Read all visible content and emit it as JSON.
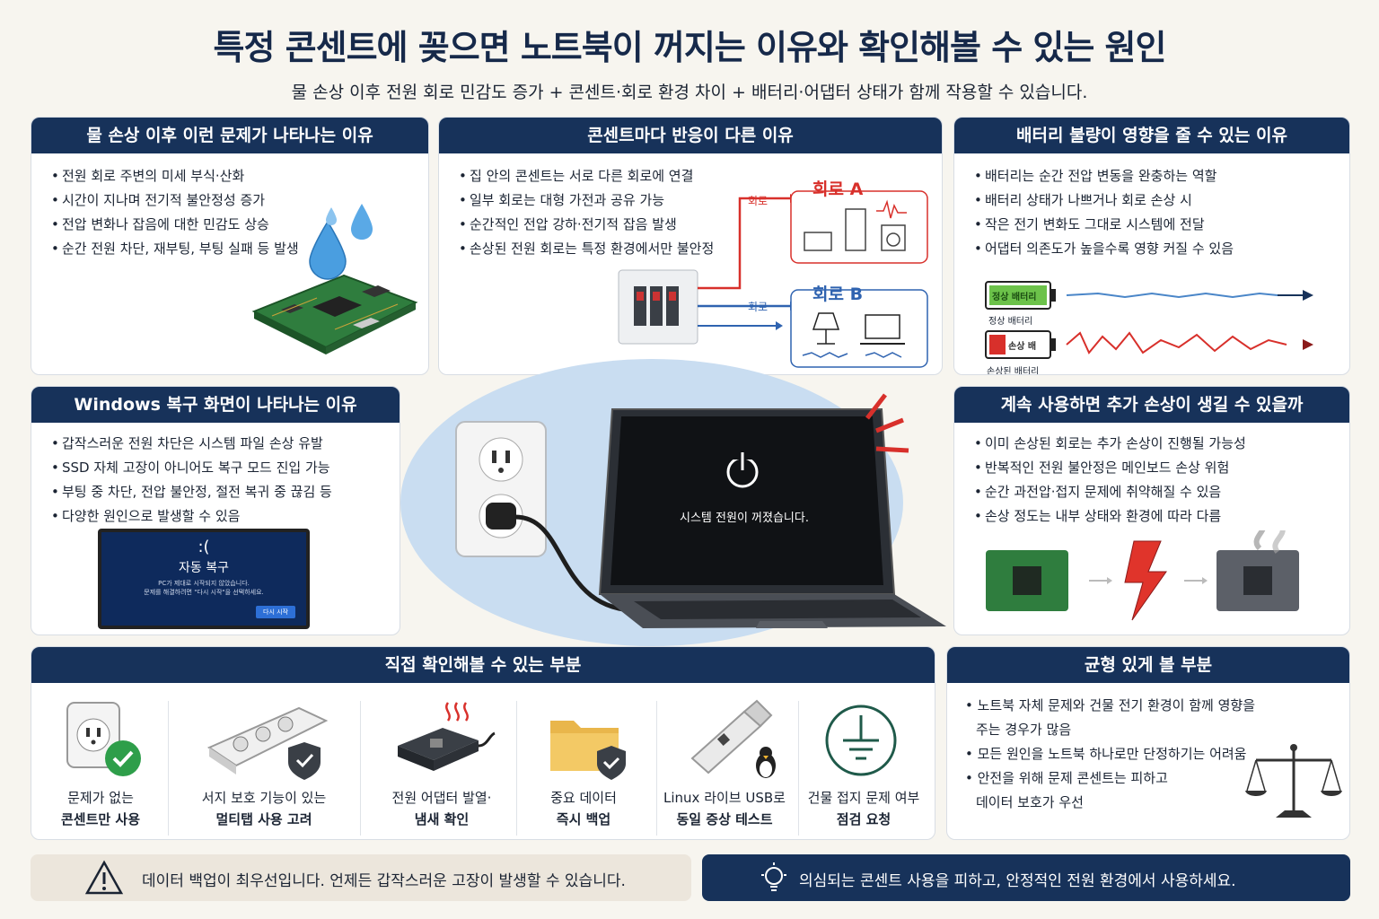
{
  "title": "특정 콘센트에 꽂으면 노트북이 꺼지는 이유와 확인해볼 수 있는 원인",
  "subtitle": "물 손상 이후 전원 회로 민감도 증가 + 콘센트·회로 환경 차이 + 배터리·어댑터 상태가 함께 작용할 수 있습니다.",
  "water": {
    "heading": "물 손상 이후 이런 문제가 나타나는 이유",
    "bullets": [
      "전원 회로 주변의 미세 부식·산화",
      "시간이 지나며 전기적 불안정성 증가",
      "전압 변화나 잡음에 대한 민감도 상승",
      "순간 전원 차단, 재부팅, 부팅 실패 등 발생"
    ]
  },
  "outlet": {
    "heading": "콘센트마다 반응이 다른 이유",
    "bullets": [
      "집 안의 콘센트는 서로 다른 회로에 연결",
      "일부 회로는 대형 가전과 공유 가능",
      "순간적인 전압 강하·전기적 잡음 발생",
      "손상된 전원 회로는 특정 환경에서만 불안정"
    ],
    "circuit_a": "회로 A",
    "circuit_b": "회로 B",
    "wire_a": "회로",
    "wire_b": "회로"
  },
  "battery": {
    "heading": "배터리 불량이 영향을 줄 수 있는 이유",
    "bullets": [
      "배터리는 순간 전압 변동을 완충하는 역할",
      "배터리 상태가 나쁘거나 회로 손상 시",
      "작은 전기 변화도 그대로 시스템에 전달",
      "어댑터 의존도가 높을수록 영향 커질 수 있음"
    ],
    "normal_label": "정상 배터리",
    "damaged_label": "손상된 배터리",
    "normal_inner": "정상 배터리",
    "damaged_inner": "손상 배"
  },
  "windows": {
    "heading": "Windows 복구 화면이 나타나는 이유",
    "bullets": [
      "갑작스러운 전원 차단은 시스템 파일 손상 유발",
      "SSD 자체 고장이 아니어도 복구 모드 진입 가능",
      "부팅 중 차단, 전압 불안정, 절전 복귀 중 끊김 등",
      "다양한 원인으로 발생할 수 있음"
    ],
    "screen_face": ":(",
    "screen_title": "자동 복구",
    "screen_line1": "PC가 제대로 시작되지 않았습니다.",
    "screen_line2": "문제를 해결하려면 \"다시 시작\"을 선택하세요.",
    "screen_button": "다시 시작"
  },
  "center": {
    "laptop_message": "시스템 전원이 꺼졌습니다."
  },
  "damage": {
    "heading": "계속 사용하면 추가 손상이 생길 수 있을까",
    "bullets": [
      "이미 손상된 회로는 추가 손상이 진행될 가능성",
      "반복적인 전원 불안정은 메인보드 손상 위험",
      "순간 과전압·접지 문제에 취약해질 수 있음",
      "손상 정도는 내부 상태와 환경에 따라 다름"
    ]
  },
  "check": {
    "heading": "직접 확인해볼 수 있는 부분",
    "items": [
      {
        "line1": "문제가 없는",
        "line2": "콘센트만 사용",
        "icon": "outlet-check-icon"
      },
      {
        "line1": "서지 보호 기능이 있는",
        "line2": "멀티탭 사용 고려",
        "icon": "power-strip-shield-icon"
      },
      {
        "line1": "전원 어댑터 발열·",
        "line2": "냄새 확인",
        "icon": "hot-adapter-icon"
      },
      {
        "line1": "중요 데이터",
        "line2": "즉시 백업",
        "icon": "folder-shield-icon"
      },
      {
        "line1": "Linux 라이브 USB로",
        "line2": "동일 증상 테스트",
        "icon": "usb-linux-icon"
      },
      {
        "line1": "건물 접지 문제 여부",
        "line2": "점검 요청",
        "icon": "ground-symbol-icon"
      }
    ]
  },
  "balance": {
    "heading": "균형 있게 볼 부분",
    "bullets": [
      "노트북 자체 문제와 건물 전기 환경이 함께 영향을",
      "모든 원인을 노트북 하나로만 단정하기는 어려움",
      "안전을 위해 문제 콘센트는 피하고"
    ],
    "cont1": "주는 경우가 많음",
    "cont3": "데이터 보호가 우선"
  },
  "footer": {
    "left": "데이터 백업이 최우선입니다. 언제든 갑작스러운 고장이 발생할 수 있습니다.",
    "right": "의심되는 콘센트 사용을 피하고, 안정적인 전원 환경에서 사용하세요."
  },
  "colors": {
    "navy": "#17325a",
    "red": "#d8302b",
    "blue": "#2f63b0",
    "green": "#2e9e4a",
    "board": "#2f7d3e"
  }
}
